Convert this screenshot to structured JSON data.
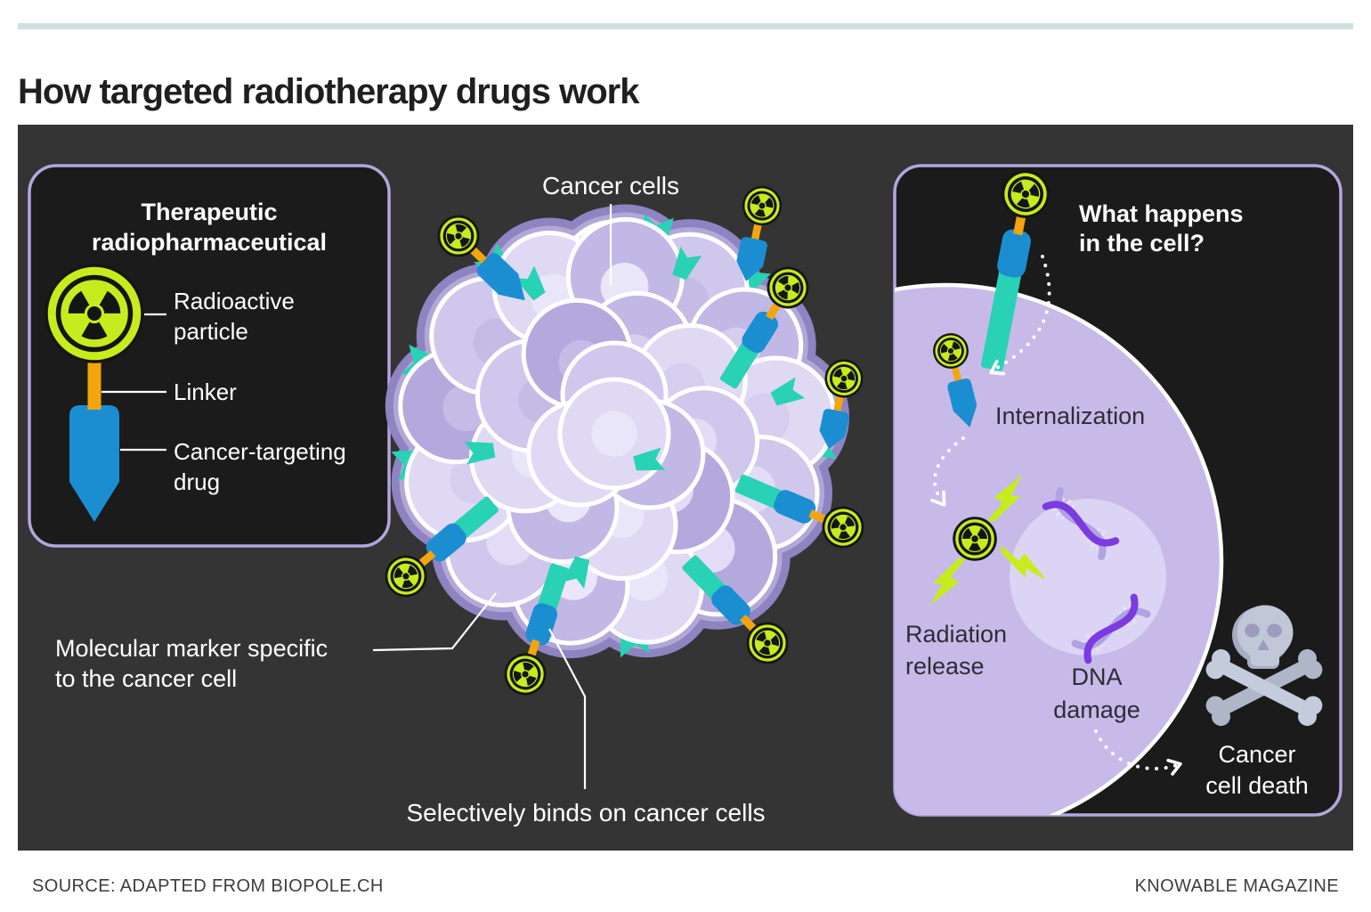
{
  "header": {
    "title": "How targeted radiotherapy drugs work"
  },
  "footer": {
    "source": "SOURCE: ADAPTED FROM BIOPOLE.CH",
    "credit": "KNOWABLE MAGAZINE"
  },
  "legend_box": {
    "title_line1": "Therapeutic",
    "title_line2": "radiopharmaceutical",
    "radioactive_label_line1": "Radioactive",
    "radioactive_label_line2": "particle",
    "linker_label": "Linker",
    "drug_label_line1": "Cancer-targeting",
    "drug_label_line2": "drug"
  },
  "tumor": {
    "label": "Cancer cells",
    "marker_label_line1": "Molecular marker specific",
    "marker_label_line2": "to the cancer cell",
    "binds_label": "Selectively binds on cancer cells"
  },
  "cell_box": {
    "title_line1": "What happens",
    "title_line2": "in the cell?",
    "internalization_label": "Internalization",
    "radiation_label_line1": "Radiation",
    "radiation_label_line2": "release",
    "dna_label_line1": "DNA",
    "dna_label_line2": "damage",
    "death_label_line1": "Cancer",
    "death_label_line2": "cell death"
  },
  "icons": {
    "radioactive_particle": "radiation-trefoil-icon",
    "cell_death": "skull-crossbones-icon",
    "radiation_release": "lightning-bolts-icon",
    "dna": "dna-helix-icon"
  },
  "palette": {
    "topbar": "#cfe0e1",
    "titleText": "#1f1f1f",
    "footerText": "#3d3d3d",
    "panel": "#343434",
    "boxFill": "#1b1b1b",
    "boxBorder": "#b3a6dd",
    "chartreuse": "#c7ec1d",
    "orange": "#f2a50c",
    "blue": "#1b8ed2",
    "teal": "#29d2b4",
    "clusterRim": "#8d84c1",
    "clusterInner": "#b2a8d7",
    "cellBody": "#c7bae9",
    "nucleus": "#dcd4f4",
    "dnaDark": "#7c3be0",
    "dnaLight": "#b0a3e2",
    "dnaRung": "#e7e0f9",
    "skull": "#c0c7d7",
    "skullShade": "#a6adc0",
    "bone": "#c4cbda",
    "boneShade": "#aeb6c8",
    "eye": "#9e9bbd",
    "darkText": "#2d2d35",
    "cellShades": [
      "#dfd9f4",
      "#cfc7ec",
      "#c2b8e5",
      "#b4a9dd"
    ],
    "nucShades": [
      "#eae6f9",
      "#e2dcf6",
      "#d6cdef",
      "#c6bbe7"
    ]
  }
}
